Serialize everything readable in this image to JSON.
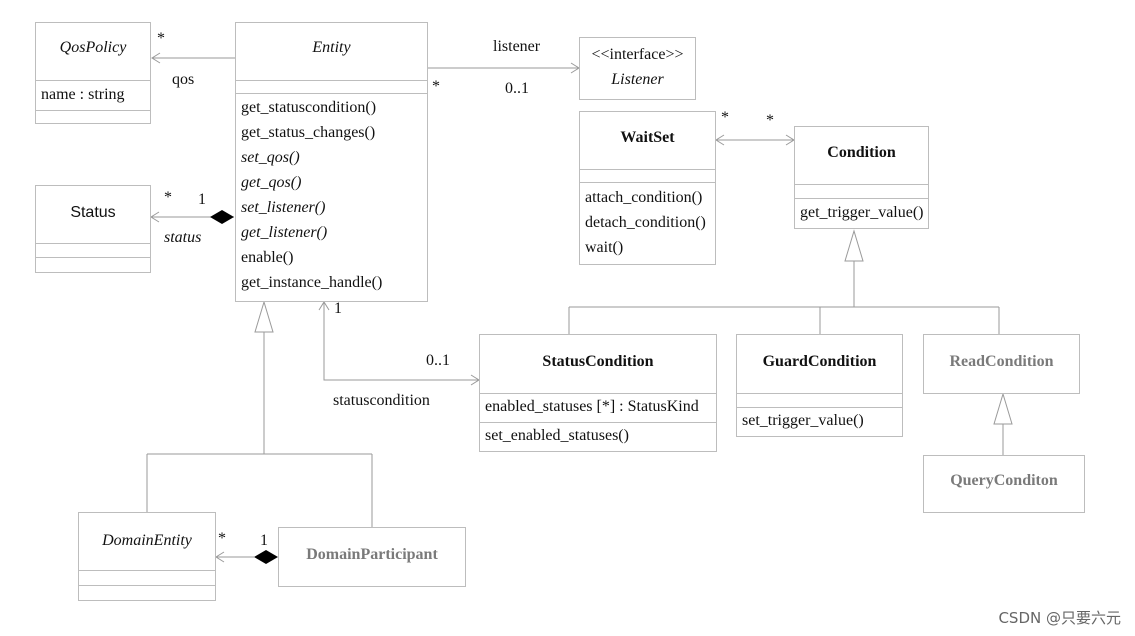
{
  "classes": {
    "qospolicy": {
      "name": "QosPolicy",
      "attrs": [
        "name : string"
      ]
    },
    "entity": {
      "name": "Entity",
      "ops": [
        "get_statuscondition()",
        "get_status_changes()",
        "set_qos()",
        "get_qos()",
        "set_listener()",
        "get_listener()",
        "enable()",
        "get_instance_handle()"
      ]
    },
    "listener": {
      "stereotype": "<<interface>>",
      "name": "Listener"
    },
    "status": {
      "name": "Status"
    },
    "waitset": {
      "name": "WaitSet",
      "ops": [
        "attach_condition()",
        "detach_condition()",
        "wait()"
      ]
    },
    "condition": {
      "name": "Condition",
      "ops": [
        "get_trigger_value()"
      ]
    },
    "statuscondition": {
      "name": "StatusCondition",
      "attrs": [
        "enabled_statuses [*] : StatusKind"
      ],
      "ops": [
        "set_enabled_statuses()"
      ]
    },
    "guardcondition": {
      "name": "GuardCondition",
      "ops": [
        "set_trigger_value()"
      ]
    },
    "readcondition": {
      "name": "ReadCondition"
    },
    "querycondition": {
      "name": "QueryConditon"
    },
    "domainentity": {
      "name": "DomainEntity"
    },
    "domainparticipant": {
      "name": "DomainParticipant"
    }
  },
  "labels": {
    "qos_star": "*",
    "qos": "qos",
    "listener": "listener",
    "listener_star": "*",
    "listener_mult": "0..1",
    "status_star": "*",
    "status_one": "1",
    "status": "status",
    "waitset_star": "*",
    "condition_star": "*",
    "entity_one": "1",
    "sc_mult": "0..1",
    "statuscondition": "statuscondition",
    "de_star": "*",
    "dp_one": "1"
  },
  "watermark": "CSDN @只要六元"
}
